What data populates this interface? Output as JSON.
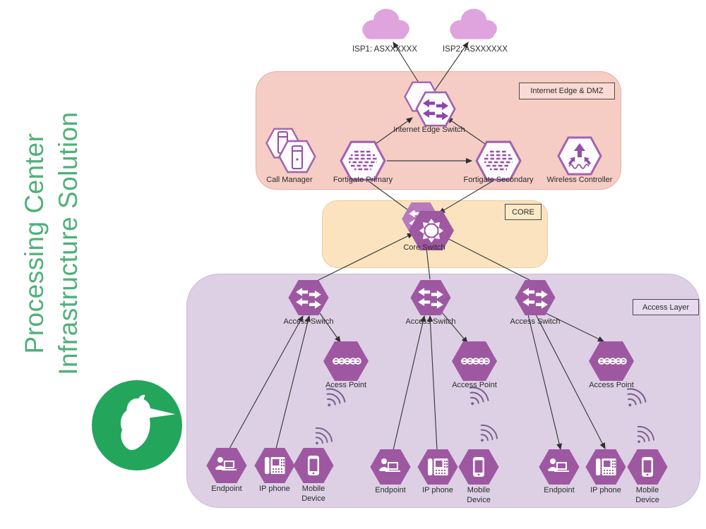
{
  "title": {
    "line1": "Processing Center",
    "line2": "Infrastructure Solution"
  },
  "isp": {
    "isp1": "ISP1: ASXXXXXX",
    "isp2": "ISP2: ASXXXXXX"
  },
  "zones": {
    "dmz": "Internet Edge & DMZ",
    "core": "CORE",
    "access": "Access Layer"
  },
  "nodes": {
    "internet_edge_switch": "Internet Edge Switch",
    "call_manager": "Call Manager",
    "fortigate_primary": "Fortigate Primary",
    "fortigate_secondary": "Fortigate Secondary",
    "wireless_controller": "Wireless Controller",
    "core_switch": "Core Switch"
  },
  "access_groups": [
    {
      "switch": "Access Switch",
      "access_point": "Acess Point",
      "endpoint": "Endpoint",
      "ip_phone": "IP phone",
      "mobile_device": "Mobile Device"
    },
    {
      "switch": "Access Switch",
      "access_point": "Access Point",
      "endpoint": "Endpoint",
      "ip_phone": "IP phone",
      "mobile_device": "Mobile Device"
    },
    {
      "switch": "Access Switch",
      "access_point": "Access Point",
      "endpoint": "Endpoint",
      "ip_phone": "IP phone",
      "mobile_device": "Mobile Device"
    }
  ],
  "icons": {
    "cloud": "cloud-icon",
    "internet_edge_switch": "switch-arrows-icon",
    "call_manager": "server-towers-icon",
    "fortigate": "firewall-bricks-icon",
    "wireless_controller": "wireless-arrows-icon",
    "core_switch": "core-hub-icon",
    "access_switch": "switch-arrows-icon",
    "access_point": "coil-icon",
    "endpoint": "person-laptop-icon",
    "ip_phone": "desk-phone-icon",
    "mobile_device": "smartphone-icon",
    "wifi": "wifi-waves-icon",
    "logo": "hummingbird-logo"
  },
  "colors": {
    "zone_dmz": "#f6cdc5",
    "zone_core": "#fbe3bf",
    "zone_access": "#ddd0e5",
    "hexagon_solid": "#9e58a2",
    "hexagon_outline": "#a263ae",
    "icon_purple": "#9350a4",
    "cloud_pink": "#dfa3de",
    "title_green": "#4fb07a",
    "logo_green": "#23a55b",
    "line": "#3a3a3a"
  }
}
